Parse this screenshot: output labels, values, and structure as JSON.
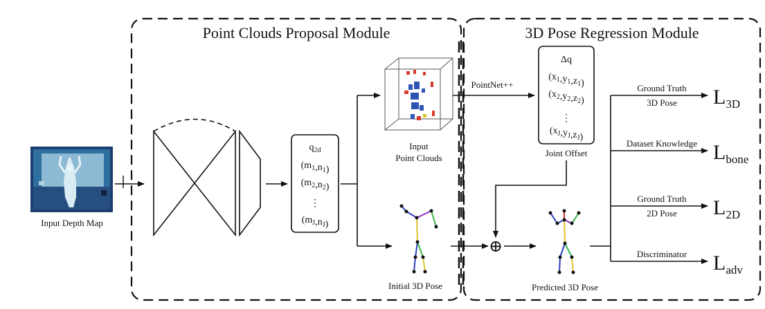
{
  "modules": {
    "proposal_title": "Point Clouds Proposal Module",
    "regression_title": "3D Pose Regression Module"
  },
  "input": {
    "label": "Input Depth Map"
  },
  "q2d_box": {
    "header": "q",
    "header_sub": "2d",
    "rows": [
      {
        "a": "m",
        "a_sub": "1",
        "b": "n",
        "b_sub": "1"
      },
      {
        "a": "m",
        "a_sub": "2",
        "b": "n",
        "b_sub": "2"
      },
      {
        "a": "m",
        "a_sub": "J",
        "b": "n",
        "b_sub": "J"
      }
    ],
    "ellipsis": "⋮"
  },
  "point_clouds": {
    "label_line1": "Input",
    "label_line2": "Point Clouds"
  },
  "initial_pose": {
    "label": "Initial 3D Pose"
  },
  "pointnet": {
    "label": "PointNet++"
  },
  "offset_box": {
    "header": "Δq",
    "rows": [
      {
        "x": "x",
        "y": "y",
        "z": "z",
        "sub": "1"
      },
      {
        "x": "x",
        "y": "y",
        "z": "z",
        "sub": "2"
      },
      {
        "x": "x",
        "y": "y",
        "z": "z",
        "sub": "J"
      }
    ],
    "ellipsis": "⋮",
    "label": "Joint Offset"
  },
  "sum_symbol": "⊕",
  "predicted_pose": {
    "label": "Predicted 3D Pose"
  },
  "losses": [
    {
      "line1": "Ground Truth",
      "line2": "3D Pose",
      "symbol": "L",
      "sub": "3D"
    },
    {
      "line1": "Dataset Knowledge",
      "line2": "",
      "symbol": "L",
      "sub": "bone"
    },
    {
      "line1": "Ground Truth",
      "line2": "2D Pose",
      "symbol": "L",
      "sub": "2D"
    },
    {
      "line1": "Discriminator",
      "line2": "",
      "symbol": "L",
      "sub": "adv"
    }
  ],
  "colors": {
    "stroke": "#111111",
    "depth_bg": "#1b3f6e",
    "depth_light": "#cfe4ee",
    "cloud_blue": "#2e55b4",
    "cloud_red": "#d63a2a",
    "skel_blue": "#2a3fc0",
    "skel_green": "#39b54a",
    "skel_yellow": "#e0c22a",
    "skel_purple": "#8a2bbf",
    "skel_red": "#d6262a"
  }
}
